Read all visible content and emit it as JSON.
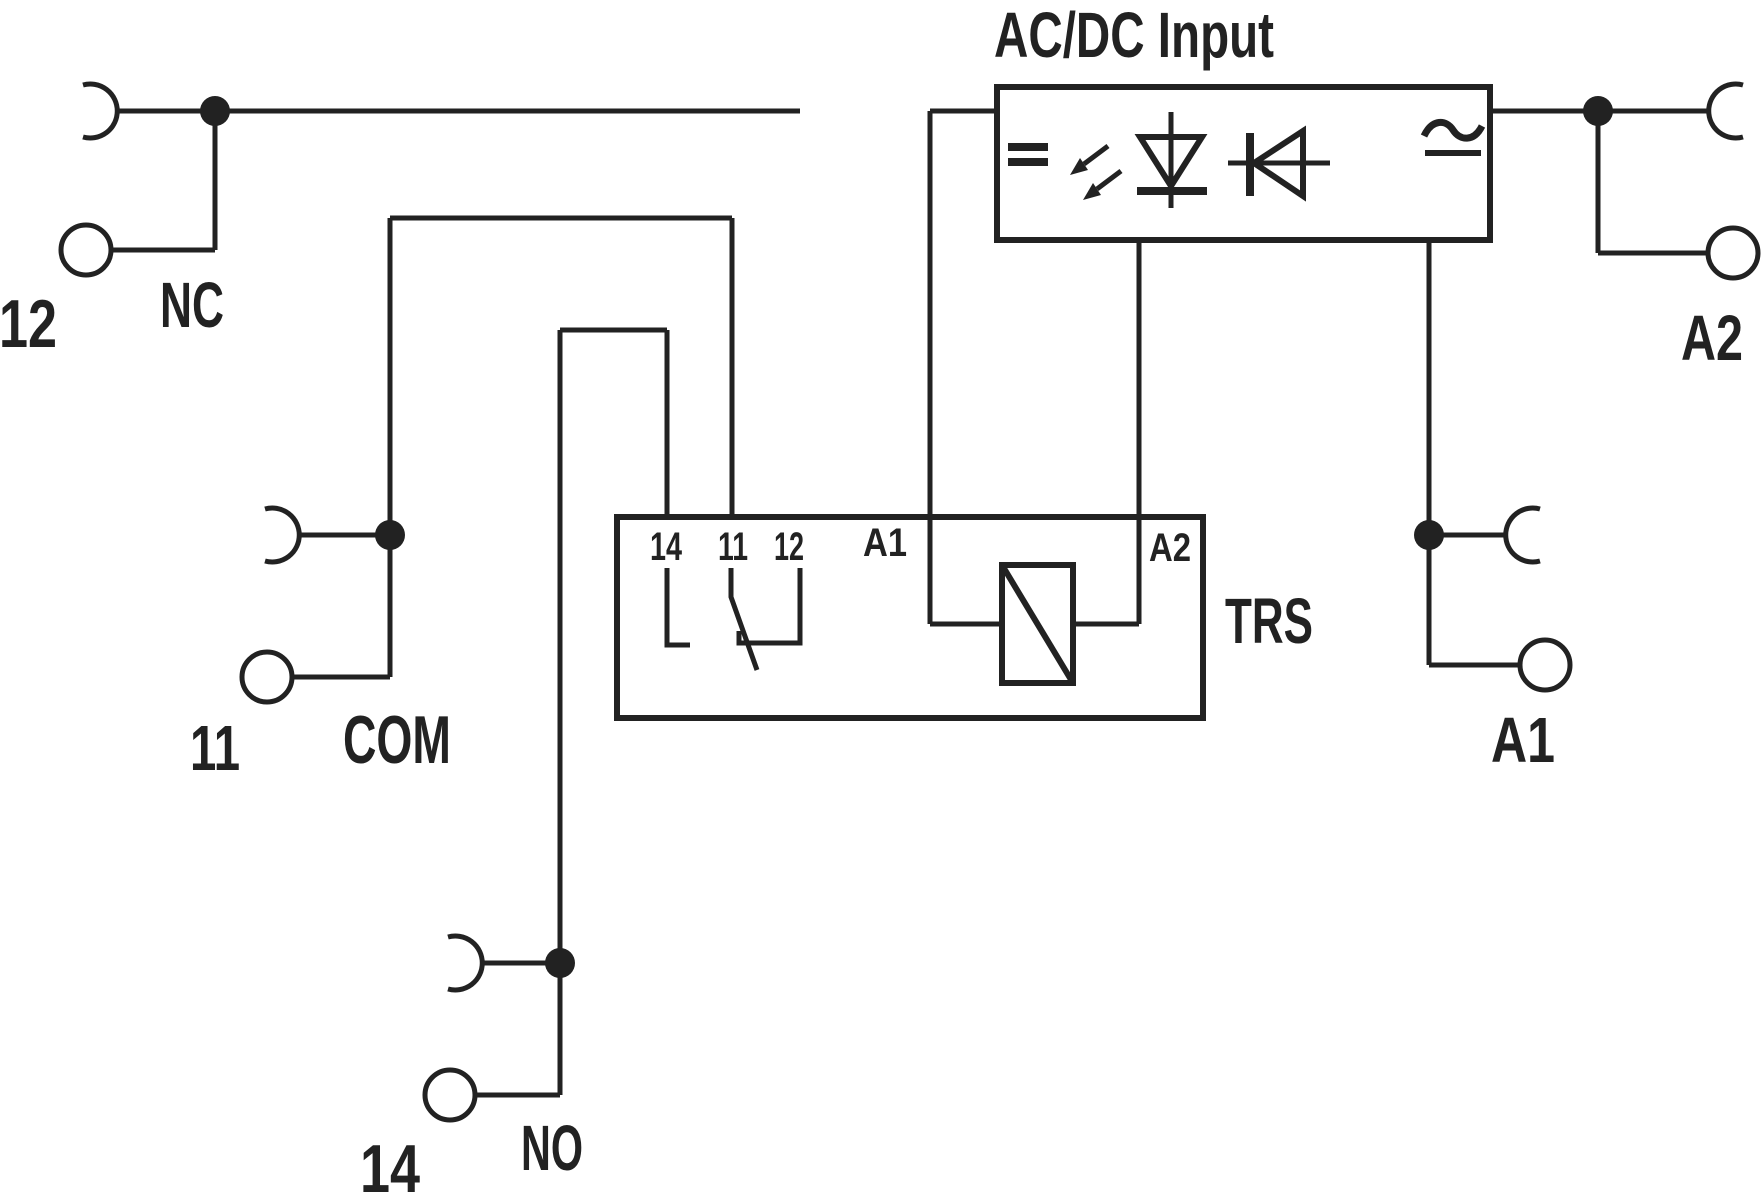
{
  "diagram": {
    "type": "relay-module-wiring-schematic",
    "colors": {
      "line": "#222222",
      "background": "#ffffff"
    },
    "input_module": {
      "title": "AC/DC Input",
      "dc_symbol": "=",
      "ac_symbol": "~",
      "icons": [
        "dc-equals-icon",
        "led-emission-arrows-icon",
        "led-diode-icon",
        "protection-diode-icon",
        "ac-dc-equivalence-icon"
      ]
    },
    "relay_block": {
      "label": "TRS",
      "pin_14": "14",
      "pin_11": "11",
      "pin_12": "12",
      "pin_a1": "A1",
      "pin_a2": "A2"
    },
    "terminals": {
      "nc": {
        "number": "12",
        "label": "NC"
      },
      "com": {
        "number": "11",
        "label": "COM"
      },
      "no": {
        "number": "14",
        "label": "NO"
      },
      "a2": {
        "label": "A2"
      },
      "a1": {
        "label": "A1"
      }
    }
  }
}
